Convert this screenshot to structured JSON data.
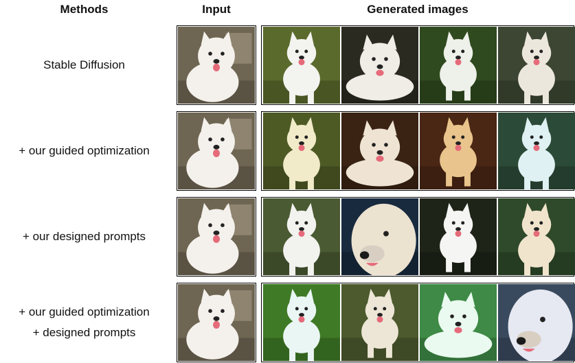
{
  "headers": {
    "methods": "Methods",
    "input": "Input",
    "generated": "Generated images"
  },
  "rows": [
    {
      "lines": [
        "Stable Diffusion"
      ],
      "input": {
        "bg": "#6e6552",
        "dog": "#f4f1ec",
        "icon": "samoyed-photo-icon"
      },
      "images": [
        {
          "bg": "#5a6a2c",
          "dog": "#f3f3f0",
          "icon": "samoyed-sitting-icon"
        },
        {
          "bg": "#2b2a20",
          "dog": "#f0ece6",
          "icon": "samoyed-lying-icon"
        },
        {
          "bg": "#2f4a1e",
          "dog": "#eef0ea",
          "icon": "samoyed-standing-icon"
        },
        {
          "bg": "#3c4632",
          "dog": "#ece7dc",
          "icon": "samoyed-sitting-icon"
        }
      ]
    },
    {
      "lines": [
        "+ our guided optimization"
      ],
      "input": {
        "bg": "#6e6552",
        "dog": "#f4f1ec",
        "icon": "samoyed-photo-icon"
      },
      "images": [
        {
          "bg": "#4d5a24",
          "dog": "#f1ebc9",
          "icon": "samoyed-sitting-icon"
        },
        {
          "bg": "#3a2313",
          "dog": "#efe4d4",
          "icon": "samoyed-lying-icon"
        },
        {
          "bg": "#4a2614",
          "dog": "#e9c48c",
          "icon": "samoyed-standing-icon"
        },
        {
          "bg": "#2c4a38",
          "dog": "#dff1f2",
          "icon": "samoyed-sitting-icon"
        }
      ]
    },
    {
      "lines": [
        "+ our designed prompts"
      ],
      "input": {
        "bg": "#6e6552",
        "dog": "#f4f1ec",
        "icon": "samoyed-photo-icon"
      },
      "images": [
        {
          "bg": "#4a5a32",
          "dog": "#f2f2ef",
          "icon": "samoyed-sitting-icon"
        },
        {
          "bg": "#182a3e",
          "dog": "#ece2d0",
          "icon": "samoyed-portrait-icon"
        },
        {
          "bg": "#1e2418",
          "dog": "#f5f5f3",
          "icon": "samoyed-standing-icon"
        },
        {
          "bg": "#2f4a2a",
          "dog": "#f0e4cc",
          "icon": "samoyed-sitting-icon"
        }
      ]
    },
    {
      "lines": [
        "+ our guided optimization",
        "+ designed prompts"
      ],
      "input": {
        "bg": "#6e6552",
        "dog": "#f4f1ec",
        "icon": "samoyed-photo-icon"
      },
      "images": [
        {
          "bg": "#3f7a26",
          "dog": "#eaf6f4",
          "icon": "samoyed-running-icon"
        },
        {
          "bg": "#4c5a2e",
          "dog": "#ede6d6",
          "icon": "samoyed-standing-icon"
        },
        {
          "bg": "#3e8a46",
          "dog": "#eafaf0",
          "icon": "samoyed-lying-icon"
        },
        {
          "bg": "#3a4a5e",
          "dog": "#e6e8f2",
          "icon": "samoyed-portrait-icon"
        }
      ]
    }
  ]
}
